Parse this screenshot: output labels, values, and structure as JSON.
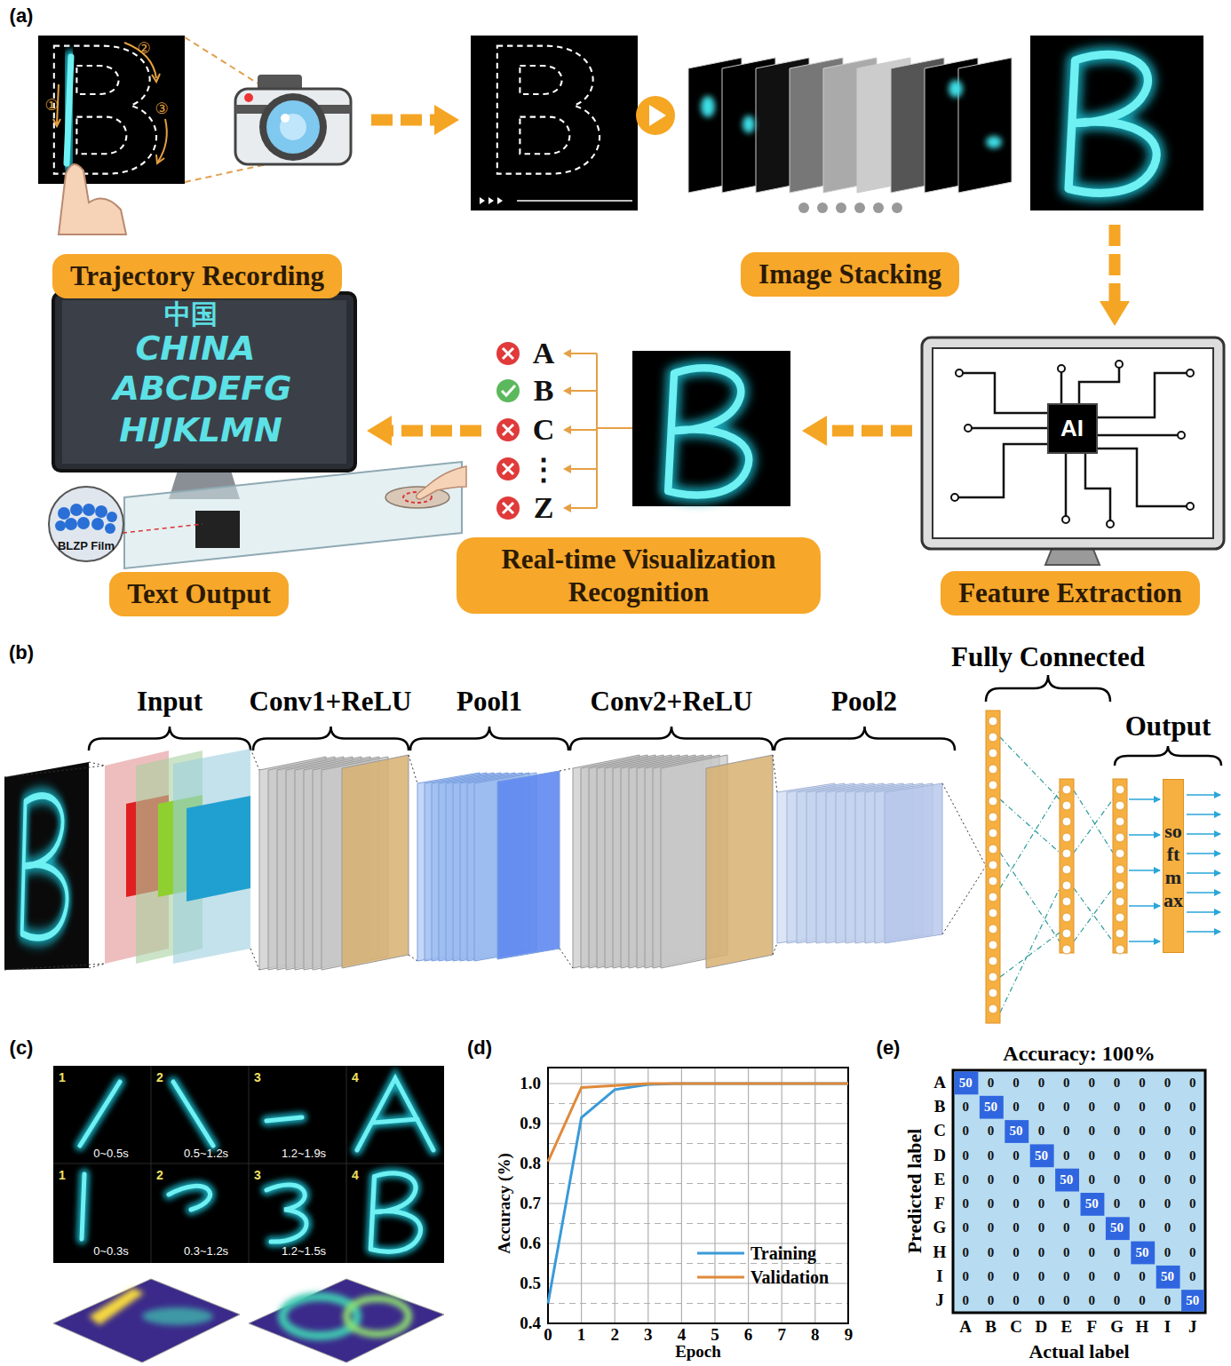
{
  "diagram": {
    "nodes": [
      {
        "text": [
          "Trajectory Recording"
        ]
      },
      {
        "text": [
          "Image Stacking"
        ]
      },
      {
        "text": [
          "Feature Extraction"
        ]
      },
      {
        "text": [
          "Real-time Visualization Recognition"
        ]
      },
      {
        "text": [
          "Text Output"
        ]
      },
      {
        "text": [
          "softmax"
        ]
      }
    ],
    "edges": [
      {
        "from": 0,
        "to": 1,
        "arrow": "to"
      },
      {
        "from": 1,
        "to": 2,
        "arrow": "to"
      },
      {
        "from": 2,
        "to": 3,
        "arrow": "to"
      },
      {
        "from": 3,
        "to": 4,
        "arrow": "to"
      }
    ],
    "labels": [
      "(a)",
      "①",
      "②",
      "③",
      "AI",
      "A",
      "B",
      "C",
      "⋮",
      "Z",
      "中国",
      "CHINA",
      "ABCDEFG",
      "HIJKLMN",
      "BLZP Film",
      "(b)",
      "Input",
      "Conv1+ReLU",
      "Pool1",
      "Conv2+ReLU",
      "Pool2",
      "Fully Connected",
      "Output",
      "(c)",
      "1",
      "2",
      "3",
      "4",
      "0~0.5s",
      "0.5~1.2s",
      "1.2~1.9s",
      "1",
      "2",
      "3",
      "4",
      "0~0.3s",
      "0.3~1.2s",
      "1.2~1.5s",
      "(d)",
      "1.0",
      "0.9",
      "0.8",
      "0.7",
      "0.6",
      "0.5",
      "0.4",
      "0",
      "1",
      "2",
      "3",
      "4",
      "5",
      "6",
      "7",
      "8",
      "9",
      "Accuracy (%)",
      "Epoch",
      "(e)",
      "Accuracy: 100%",
      "A",
      "B",
      "C",
      "D",
      "E",
      "F",
      "G",
      "H",
      "I",
      "J",
      "50",
      "0",
      "0",
      "0",
      "0",
      "0",
      "0",
      "0",
      "0",
      "0",
      "0",
      "50",
      "0",
      "0",
      "0",
      "0",
      "0",
      "0",
      "0",
      "0",
      "0",
      "0",
      "50",
      "0",
      "0",
      "0",
      "0",
      "0",
      "0",
      "0",
      "0",
      "0",
      "0",
      "50",
      "0",
      "0",
      "0",
      "0",
      "0",
      "0",
      "0",
      "0",
      "0",
      "0",
      "50",
      "0",
      "0",
      "0",
      "0",
      "0",
      "0",
      "0",
      "0",
      "0",
      "0",
      "50",
      "0",
      "0",
      "0",
      "0",
      "0",
      "0",
      "0",
      "0",
      "0",
      "0",
      "50",
      "0",
      "0",
      "0",
      "0",
      "0",
      "0",
      "0",
      "0",
      "0",
      "0",
      "50",
      "0",
      "0",
      "0",
      "0",
      "0",
      "0",
      "0",
      "0",
      "0",
      "0",
      "50",
      "0",
      "0",
      "0",
      "0",
      "0",
      "0",
      "0",
      "0",
      "0",
      "0",
      "50",
      "A",
      "B",
      "C",
      "D",
      "E",
      "F",
      "G",
      "H",
      "I",
      "J",
      "Predicted label",
      "Actual label"
    ],
    "legend": [
      {
        "text": "Training"
      },
      {
        "text": "Validation"
      }
    ]
  }
}
